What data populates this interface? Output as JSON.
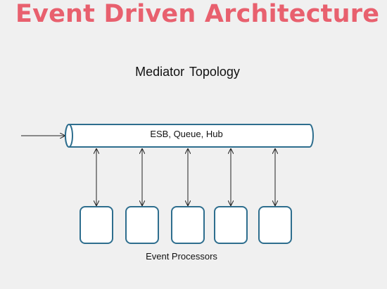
{
  "header": {
    "title": "Event Driven Architecture"
  },
  "diagram": {
    "subtitle": "Mediator Topology",
    "bus_label": "ESB, Queue, Hub",
    "processors_label": "Event Processors",
    "processor_count": 5,
    "colors": {
      "title": "#e8606e",
      "box_stroke": "#2e6e8e",
      "line": "#222222",
      "background": "#f0f0f0"
    }
  }
}
